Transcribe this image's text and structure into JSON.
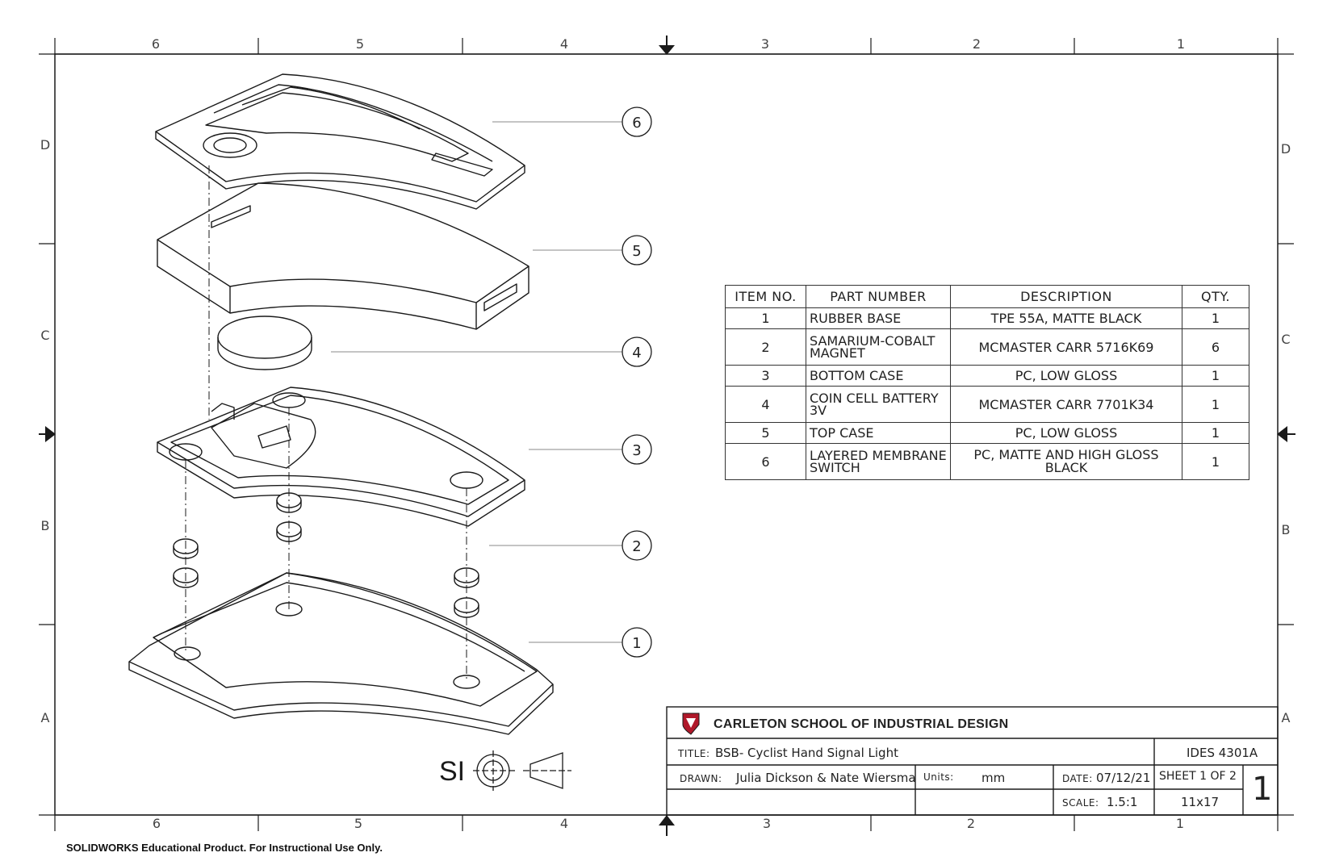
{
  "border": {
    "columns_top": [
      "6",
      "5",
      "4",
      "3",
      "2",
      "1"
    ],
    "columns_bottom": [
      "6",
      "5",
      "4",
      "3",
      "2",
      "1"
    ],
    "rows_left": [
      "D",
      "C",
      "B",
      "A"
    ],
    "rows_right": [
      "D",
      "C",
      "B",
      "A"
    ]
  },
  "balloons": [
    "6",
    "5",
    "4",
    "3",
    "2",
    "1"
  ],
  "bom": {
    "headers": [
      "ITEM NO.",
      "PART NUMBER",
      "DESCRIPTION",
      "QTY."
    ],
    "rows": [
      {
        "item": "1",
        "part": "RUBBER BASE",
        "desc": "TPE 55A, MATTE BLACK",
        "qty": "1"
      },
      {
        "item": "2",
        "part": "SAMARIUM-COBALT MAGNET",
        "desc": "MCMASTER CARR 5716K69",
        "qty": "6"
      },
      {
        "item": "3",
        "part": "BOTTOM CASE",
        "desc": "PC, LOW GLOSS",
        "qty": "1"
      },
      {
        "item": "4",
        "part": "COIN CELL BATTERY 3V",
        "desc": "MCMASTER CARR 7701K34",
        "qty": "1"
      },
      {
        "item": "5",
        "part": "TOP CASE",
        "desc": "PC, LOW GLOSS",
        "qty": "1"
      },
      {
        "item": "6",
        "part": "LAYERED MEMBRANE SWITCH",
        "desc": "PC, MATTE AND HIGH GLOSS BLACK",
        "qty": "1"
      }
    ]
  },
  "title_block": {
    "school": "CARLETON SCHOOL OF INDUSTRIAL DESIGN",
    "title_label": "TITLE:",
    "title": "BSB- Cyclist Hand Signal Light",
    "course": "IDES 4301A",
    "drawn_label": "DRAWN:",
    "drawn": "Julia Dickson & Nate Wiersma",
    "units_label": "Units:",
    "units": "mm",
    "date_label": "DATE:",
    "date": "07/12/21",
    "sheet": "SHEET 1 OF 2",
    "scale_label": "SCALE:",
    "scale": "1.5:1",
    "paper": "11x17",
    "rev": "1"
  },
  "projection_symbol": "SI",
  "footer": "SOLIDWORKS Educational Product. For Instructional Use Only.",
  "colors": {
    "line": "#1a1a1a",
    "leader": "#888888",
    "logo_red": "#b0182a"
  }
}
